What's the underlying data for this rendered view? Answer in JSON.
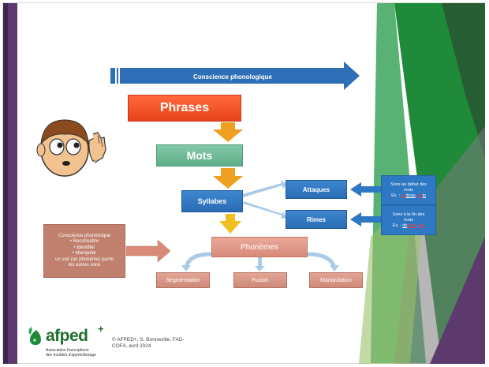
{
  "slide": {
    "banner": "Conscience phonologique",
    "phrases": "Phrases",
    "mots": "Mots",
    "syllabes": "Syllabes",
    "attaques": "Attaques",
    "rimes": "Rimes",
    "attaques_info": {
      "line1": "Sons au début des",
      "line2": "mots",
      "example_prefix": "Ex. : ",
      "example_a1": "ca",
      "example_a2": "deau",
      "example_sep": ", ",
      "example_b1": "ve",
      "example_b2": "lo"
    },
    "rimes_info": {
      "line1": "Sons à la fin des",
      "line2": "mots",
      "example_prefix": "Ex. : ",
      "example_a1": "de",
      "example_a2": "main",
      "example_sep": ", ",
      "example_b2": "fini"
    },
    "phonemes": "Phonèmes",
    "segmentation": "Segmentation",
    "fusion": "Fusion",
    "manipulation": "Manipulation",
    "phonemic_box": {
      "title": "Conscience phonémique",
      "items": [
        "Reconnaître",
        "Identifier",
        "Manipuler"
      ],
      "line4": "un son (un phonème) parmi",
      "line5": "les autres sons"
    },
    "logo": {
      "name": "afped",
      "plus": "+",
      "sub1": "Association francophone",
      "sub2": "des troubles d'apprentissage"
    },
    "copyright": {
      "line1": "© AFPED+, S. Bonneville, FAD-",
      "line2": "COFA, avril 2024"
    },
    "colors": {
      "accent_green": "#1f8a3a",
      "accent_purple": "#5c3a6e",
      "banner_blue": "#2f6fb8",
      "phrases_red": "#e8421b",
      "mots_green": "#6dbb97",
      "arrow_orange": "#f0a020",
      "phoneme_pink": "#d98a79"
    }
  }
}
